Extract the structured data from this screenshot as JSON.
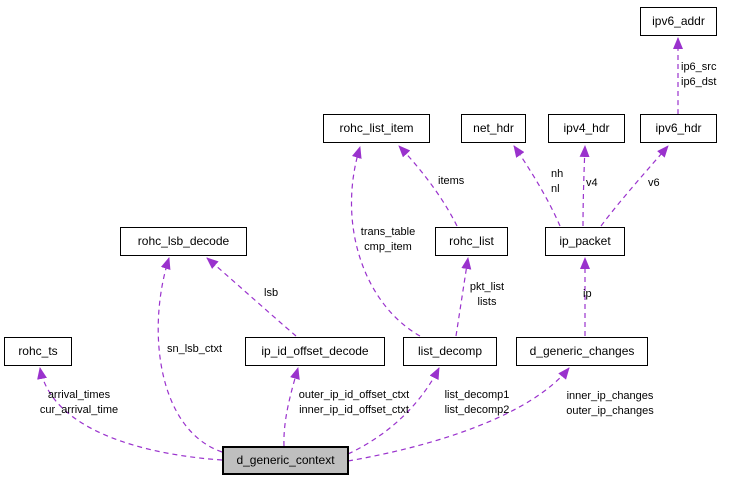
{
  "diagram": {
    "nodes": {
      "ipv6_addr": {
        "label": "ipv6_addr"
      },
      "rohc_list_item": {
        "label": "rohc_list_item"
      },
      "net_hdr": {
        "label": "net_hdr"
      },
      "ipv4_hdr": {
        "label": "ipv4_hdr"
      },
      "ipv6_hdr": {
        "label": "ipv6_hdr"
      },
      "rohc_lsb_decode": {
        "label": "rohc_lsb_decode"
      },
      "rohc_list": {
        "label": "rohc_list"
      },
      "ip_packet": {
        "label": "ip_packet"
      },
      "rohc_ts": {
        "label": "rohc_ts"
      },
      "ip_id_offset_decode": {
        "label": "ip_id_offset_decode"
      },
      "list_decomp": {
        "label": "list_decomp"
      },
      "d_generic_changes": {
        "label": "d_generic_changes"
      },
      "d_generic_context": {
        "label": "d_generic_context",
        "selected": true
      }
    },
    "edge_labels": {
      "ip6": {
        "line1": "ip6_src",
        "line2": "ip6_dst"
      },
      "items": {
        "line1": "items"
      },
      "nh_nl": {
        "line1": "nh",
        "line2": "nl"
      },
      "v4": {
        "line1": "v4"
      },
      "v6": {
        "line1": "v6"
      },
      "trans_table": {
        "line1": "trans_table",
        "line2": "cmp_item"
      },
      "lsb": {
        "line1": "lsb"
      },
      "pkt_list": {
        "line1": "pkt_list",
        "line2": "lists"
      },
      "ip": {
        "line1": "ip"
      },
      "sn_lsb_ctxt": {
        "line1": "sn_lsb_ctxt"
      },
      "arrival": {
        "line1": "arrival_times",
        "line2": "cur_arrival_time"
      },
      "ip_id_offset": {
        "line1": "outer_ip_id_offset_ctxt",
        "line2": "inner_ip_id_offset_ctxt"
      },
      "list_decomp": {
        "line1": "list_decomp1",
        "line2": "list_decomp2"
      },
      "ip_changes": {
        "line1": "inner_ip_changes",
        "line2": "outer_ip_changes"
      }
    },
    "colors": {
      "edge": "#9a32cd",
      "node_border": "#000000",
      "node_fill": "#ffffff",
      "selected_node_fill": "#bfbfbf",
      "text": "#000000",
      "background": "#ffffff"
    }
  }
}
